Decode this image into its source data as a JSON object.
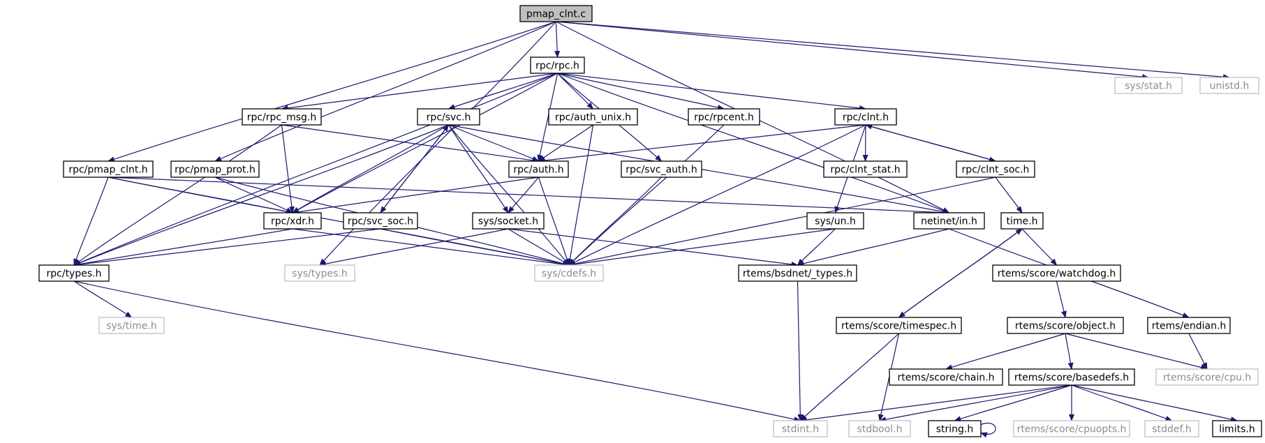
{
  "graph": {
    "edge_color": "#191970",
    "root_fill": "#bfbfbf",
    "external_border": "#bfbfbf",
    "nodes": [
      {
        "id": "pmap_clnt_c",
        "label": "pmap_clnt.c",
        "kind": "root"
      },
      {
        "id": "rpc_rpc_h",
        "label": "rpc/rpc.h",
        "kind": "normal"
      },
      {
        "id": "sys_stat_h",
        "label": "sys/stat.h",
        "kind": "external"
      },
      {
        "id": "unistd_h",
        "label": "unistd.h",
        "kind": "external"
      },
      {
        "id": "rpc_rpc_msg_h",
        "label": "rpc/rpc_msg.h",
        "kind": "normal"
      },
      {
        "id": "rpc_svc_h",
        "label": "rpc/svc.h",
        "kind": "normal"
      },
      {
        "id": "rpc_auth_unix_h",
        "label": "rpc/auth_unix.h",
        "kind": "normal"
      },
      {
        "id": "rpc_rpcent_h",
        "label": "rpc/rpcent.h",
        "kind": "normal"
      },
      {
        "id": "rpc_clnt_h",
        "label": "rpc/clnt.h",
        "kind": "normal"
      },
      {
        "id": "rpc_pmap_clnt_h",
        "label": "rpc/pmap_clnt.h",
        "kind": "normal"
      },
      {
        "id": "rpc_pmap_prot_h",
        "label": "rpc/pmap_prot.h",
        "kind": "normal"
      },
      {
        "id": "rpc_auth_h",
        "label": "rpc/auth.h",
        "kind": "normal"
      },
      {
        "id": "rpc_svc_auth_h",
        "label": "rpc/svc_auth.h",
        "kind": "normal"
      },
      {
        "id": "rpc_clnt_stat_h",
        "label": "rpc/clnt_stat.h",
        "kind": "normal"
      },
      {
        "id": "rpc_clnt_soc_h",
        "label": "rpc/clnt_soc.h",
        "kind": "normal"
      },
      {
        "id": "rpc_xdr_h",
        "label": "rpc/xdr.h",
        "kind": "normal"
      },
      {
        "id": "rpc_svc_soc_h",
        "label": "rpc/svc_soc.h",
        "kind": "normal"
      },
      {
        "id": "sys_socket_h",
        "label": "sys/socket.h",
        "kind": "normal"
      },
      {
        "id": "sys_un_h",
        "label": "sys/un.h",
        "kind": "normal"
      },
      {
        "id": "netinet_in_h",
        "label": "netinet/in.h",
        "kind": "normal"
      },
      {
        "id": "time_h",
        "label": "time.h",
        "kind": "normal"
      },
      {
        "id": "rpc_types_h",
        "label": "rpc/types.h",
        "kind": "normal"
      },
      {
        "id": "sys_types_h",
        "label": "sys/types.h",
        "kind": "external"
      },
      {
        "id": "sys_cdefs_h",
        "label": "sys/cdefs.h",
        "kind": "external"
      },
      {
        "id": "rtems_bsdnet_types_h",
        "label": "rtems/bsdnet/_types.h",
        "kind": "normal"
      },
      {
        "id": "rtems_score_watchdog_h",
        "label": "rtems/score/watchdog.h",
        "kind": "normal"
      },
      {
        "id": "sys_time_h",
        "label": "sys/time.h",
        "kind": "external"
      },
      {
        "id": "rtems_score_timespec_h",
        "label": "rtems/score/timespec.h",
        "kind": "normal"
      },
      {
        "id": "rtems_score_object_h",
        "label": "rtems/score/object.h",
        "kind": "normal"
      },
      {
        "id": "rtems_endian_h",
        "label": "rtems/endian.h",
        "kind": "normal"
      },
      {
        "id": "rtems_score_chain_h",
        "label": "rtems/score/chain.h",
        "kind": "normal"
      },
      {
        "id": "rtems_score_basedefs_h",
        "label": "rtems/score/basedefs.h",
        "kind": "normal"
      },
      {
        "id": "rtems_score_cpu_h",
        "label": "rtems/score/cpu.h",
        "kind": "external"
      },
      {
        "id": "stdint_h",
        "label": "stdint.h",
        "kind": "external"
      },
      {
        "id": "stdbool_h",
        "label": "stdbool.h",
        "kind": "external"
      },
      {
        "id": "string_h",
        "label": "string.h",
        "kind": "normal"
      },
      {
        "id": "rtems_score_cpuopts_h",
        "label": "rtems/score/cpuopts.h",
        "kind": "external"
      },
      {
        "id": "stddef_h",
        "label": "stddef.h",
        "kind": "external"
      },
      {
        "id": "limits_h",
        "label": "limits.h",
        "kind": "normal"
      }
    ]
  }
}
